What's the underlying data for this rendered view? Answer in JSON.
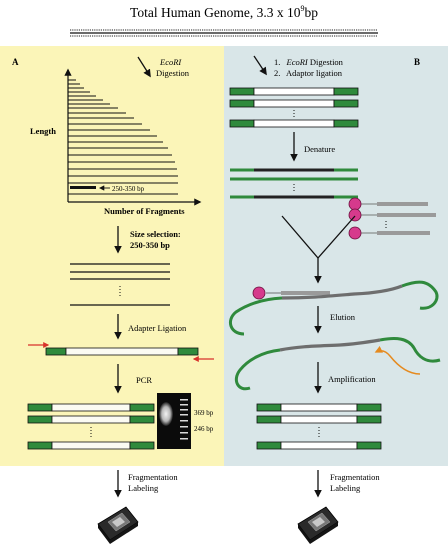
{
  "header": {
    "title": "Total Human Genome, 3.3 x 10",
    "title_sup": "9",
    "title_suffix": "bp"
  },
  "panel_a": {
    "letter": "A",
    "digestion_lines": [
      "EcoRI",
      "Digestion"
    ],
    "y_axis_label": "Length",
    "x_axis_label": "Number of Fragments",
    "size_range_label": "250-350 bp",
    "size_selection_lines": [
      "Size selection:",
      "250-350 bp"
    ],
    "adapter_ligation_label": "Adapter Ligation",
    "pcr_label": "PCR",
    "gel_labels": [
      "369 bp",
      "246 bp"
    ],
    "fragmentation_label": "Fragmentation",
    "labeling_label": "Labeling"
  },
  "panel_b": {
    "letter": "B",
    "steps": [
      {
        "num": "1.",
        "italic": "EcoRI",
        "text": " Digestion"
      },
      {
        "num": "2.",
        "italic": "",
        "text": "Adaptor ligation"
      }
    ],
    "denature_label": "Denature",
    "elution_label": "Elution",
    "amplification_label": "Amplification",
    "fragmentation_label": "Fragmentation",
    "labeling_label": "Labeling"
  },
  "colors": {
    "panel_a_bg": "#fbf5b8",
    "panel_b_bg": "#d9e6e8",
    "adapter_green": "#2f8a3c",
    "bead_magenta": "#d63a8c",
    "primer_red": "#d8322b",
    "amplify_orange": "#e58a1f"
  }
}
